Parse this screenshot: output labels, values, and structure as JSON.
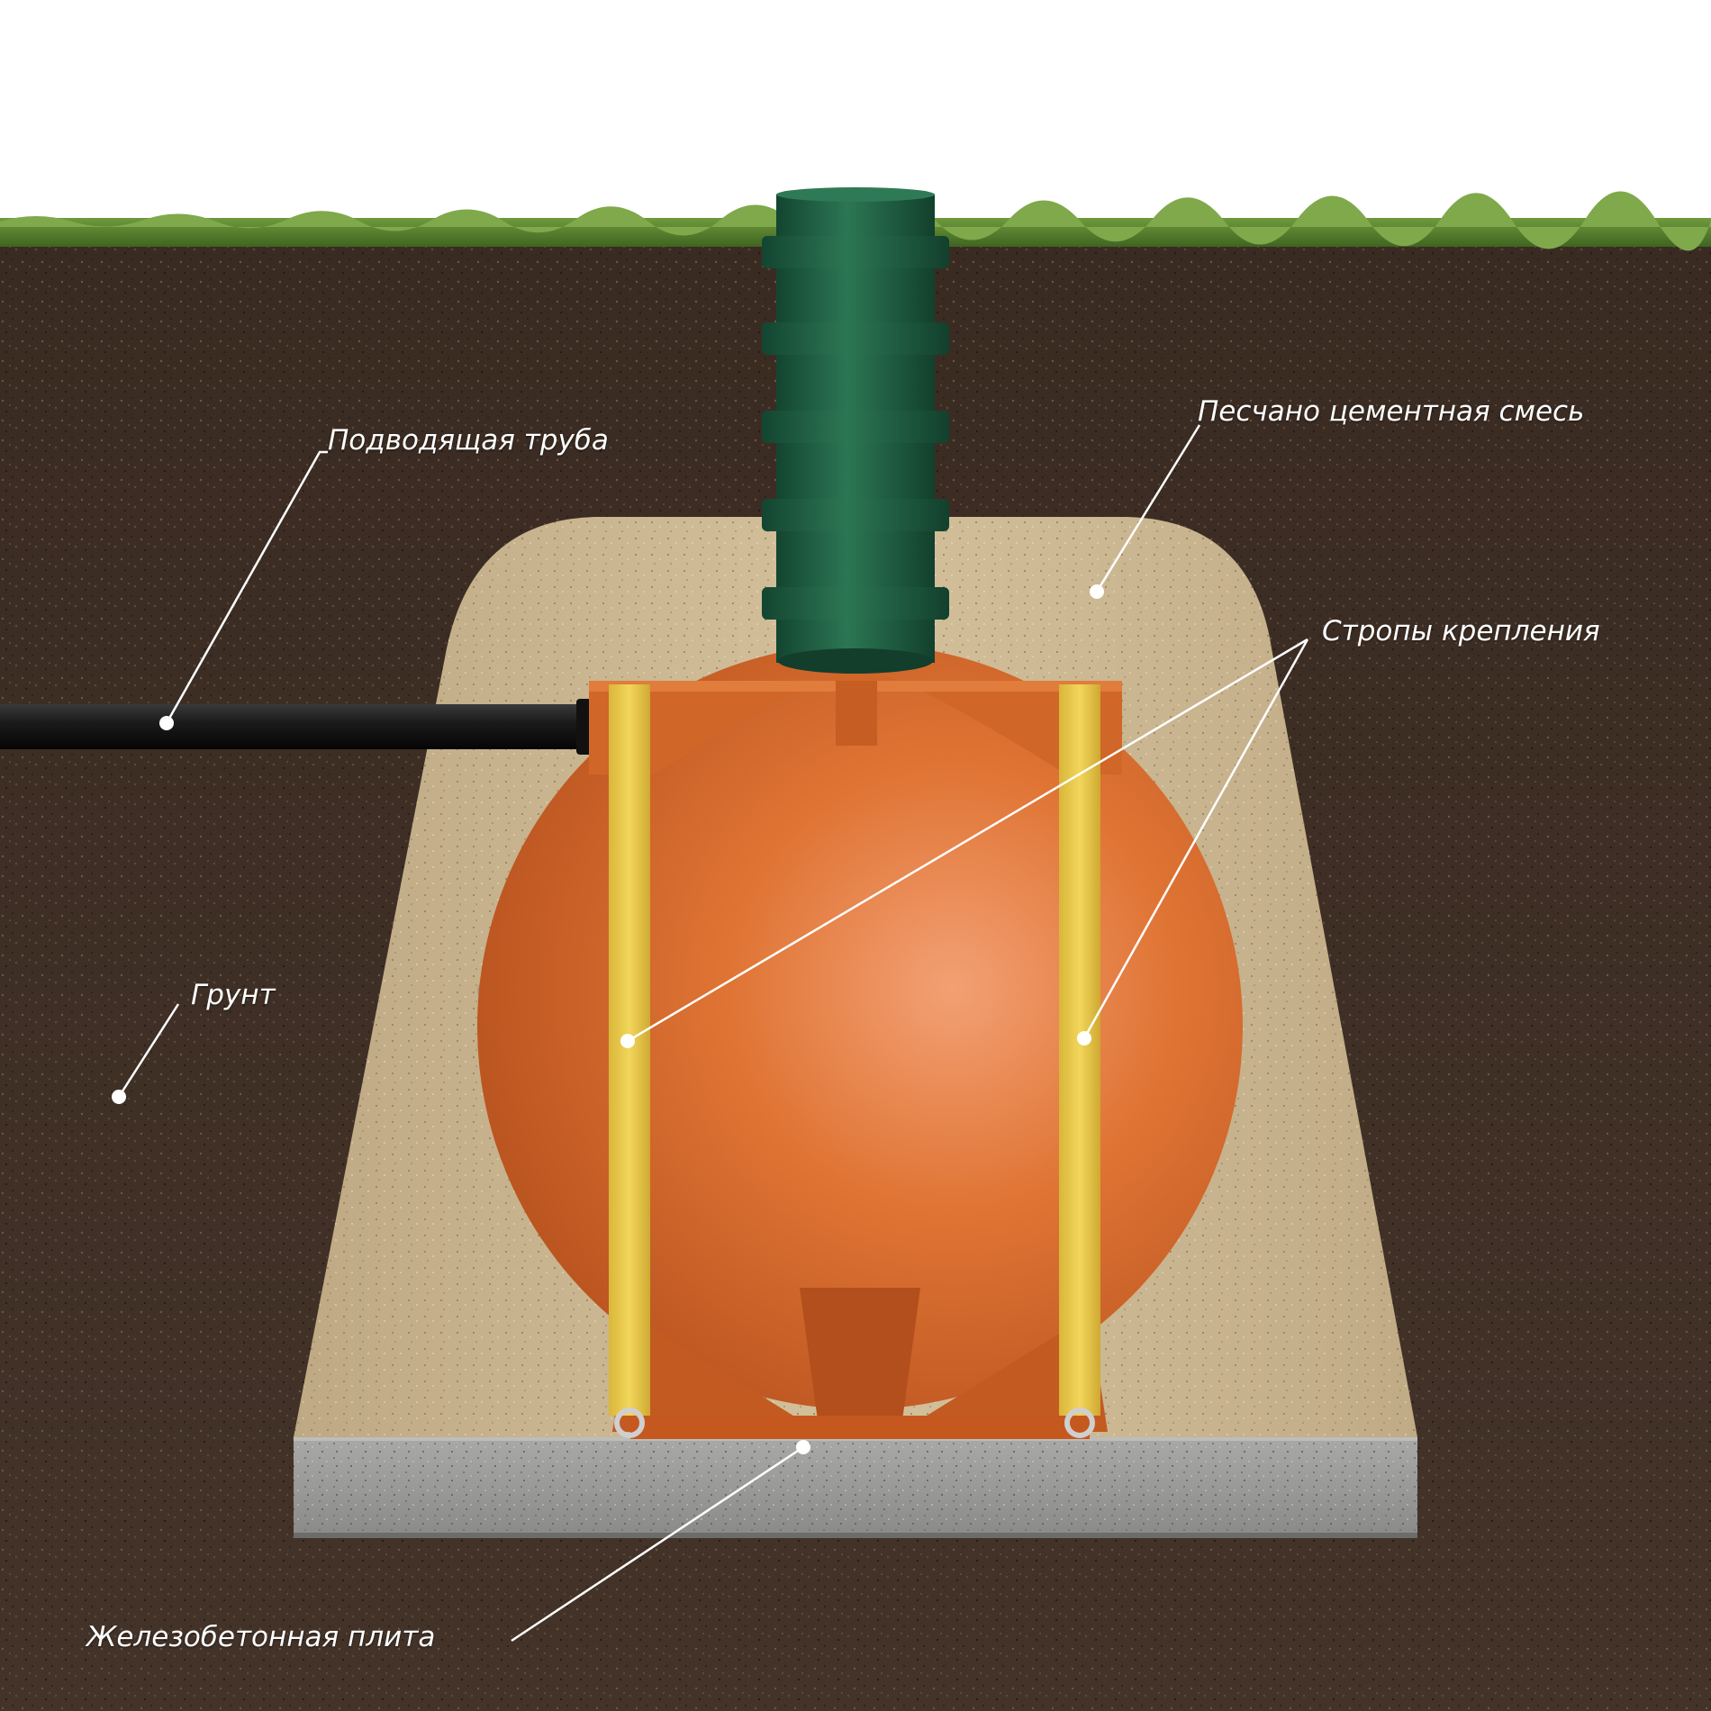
{
  "labels": {
    "inlet_pipe": "Подводящая труба",
    "sand_cement": "Песчано цементная смесь",
    "straps": "Стропы крепления",
    "soil": "Грунт",
    "slab": "Железобетонная плита"
  },
  "colors": {
    "sky": "#ffffff",
    "grass": "#4f7a2a",
    "soil": "#3d2e25",
    "sand_mix": "#c9b48e",
    "slab": "#9a9a98",
    "tank": "#d8692e",
    "neck": "#1f5a3e",
    "strap": "#e8c84a",
    "pipe": "#1a1a1a",
    "callout": "#ffffff"
  }
}
